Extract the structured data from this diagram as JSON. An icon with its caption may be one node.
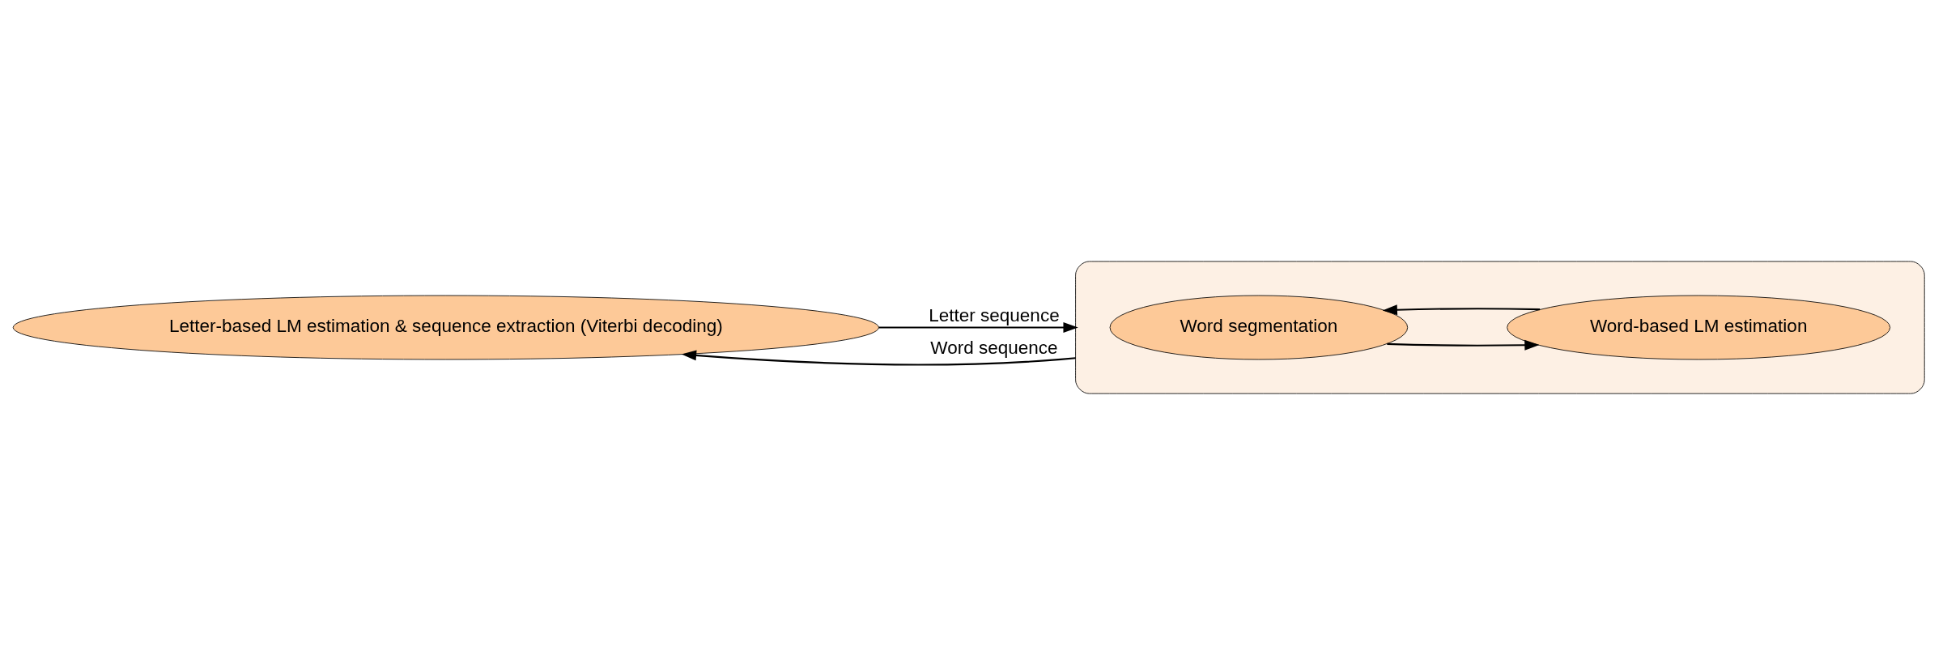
{
  "diagram": {
    "nodes": [
      {
        "text": [
          "Letter-based LM estimation & sequence extraction (Viterbi decoding)"
        ]
      },
      {
        "text": [],
        "shape": "ellipse"
      },
      {
        "text": [
          "Word segmentation"
        ],
        "in": 1
      },
      {
        "text": [
          "Word-based LM estimation"
        ],
        "in": 1
      }
    ],
    "edges": [
      {
        "from": 0,
        "to": 1,
        "arrow": "to",
        "label": "Letter sequence"
      },
      {
        "from": 1,
        "to": 0,
        "arrow": "to",
        "label": "Word sequence"
      },
      {
        "from": 2,
        "to": 3,
        "arrow": "to"
      },
      {
        "from": 3,
        "to": 2,
        "arrow": "to"
      }
    ]
  }
}
